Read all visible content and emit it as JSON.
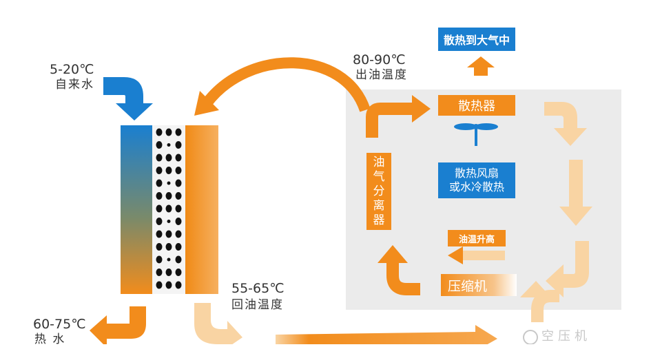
{
  "colors": {
    "orange": "#f28c1c",
    "light_orange": "#f9d4a3",
    "blue": "#1a7fd0",
    "panel": "#ebebeb",
    "text": "#333333"
  },
  "labels": {
    "tap_water_temp": "5-20℃",
    "tap_water": "自来水",
    "hot_water_temp": "60-75℃",
    "hot_water": "热 水",
    "oil_out_temp": "80-90℃",
    "oil_out": "出油温度",
    "oil_return_temp": "55-65℃",
    "oil_return": "回油温度"
  },
  "boxes": {
    "atmosphere": "散热到大气中",
    "radiator": "散热器",
    "fan_line1": "散热风扇",
    "fan_line2": "或水冷散热",
    "separator": "油\n气\n分\n离\n器",
    "oil_temp_rise": "油温升高",
    "compressor": "压缩机"
  },
  "watermark": "空压机"
}
